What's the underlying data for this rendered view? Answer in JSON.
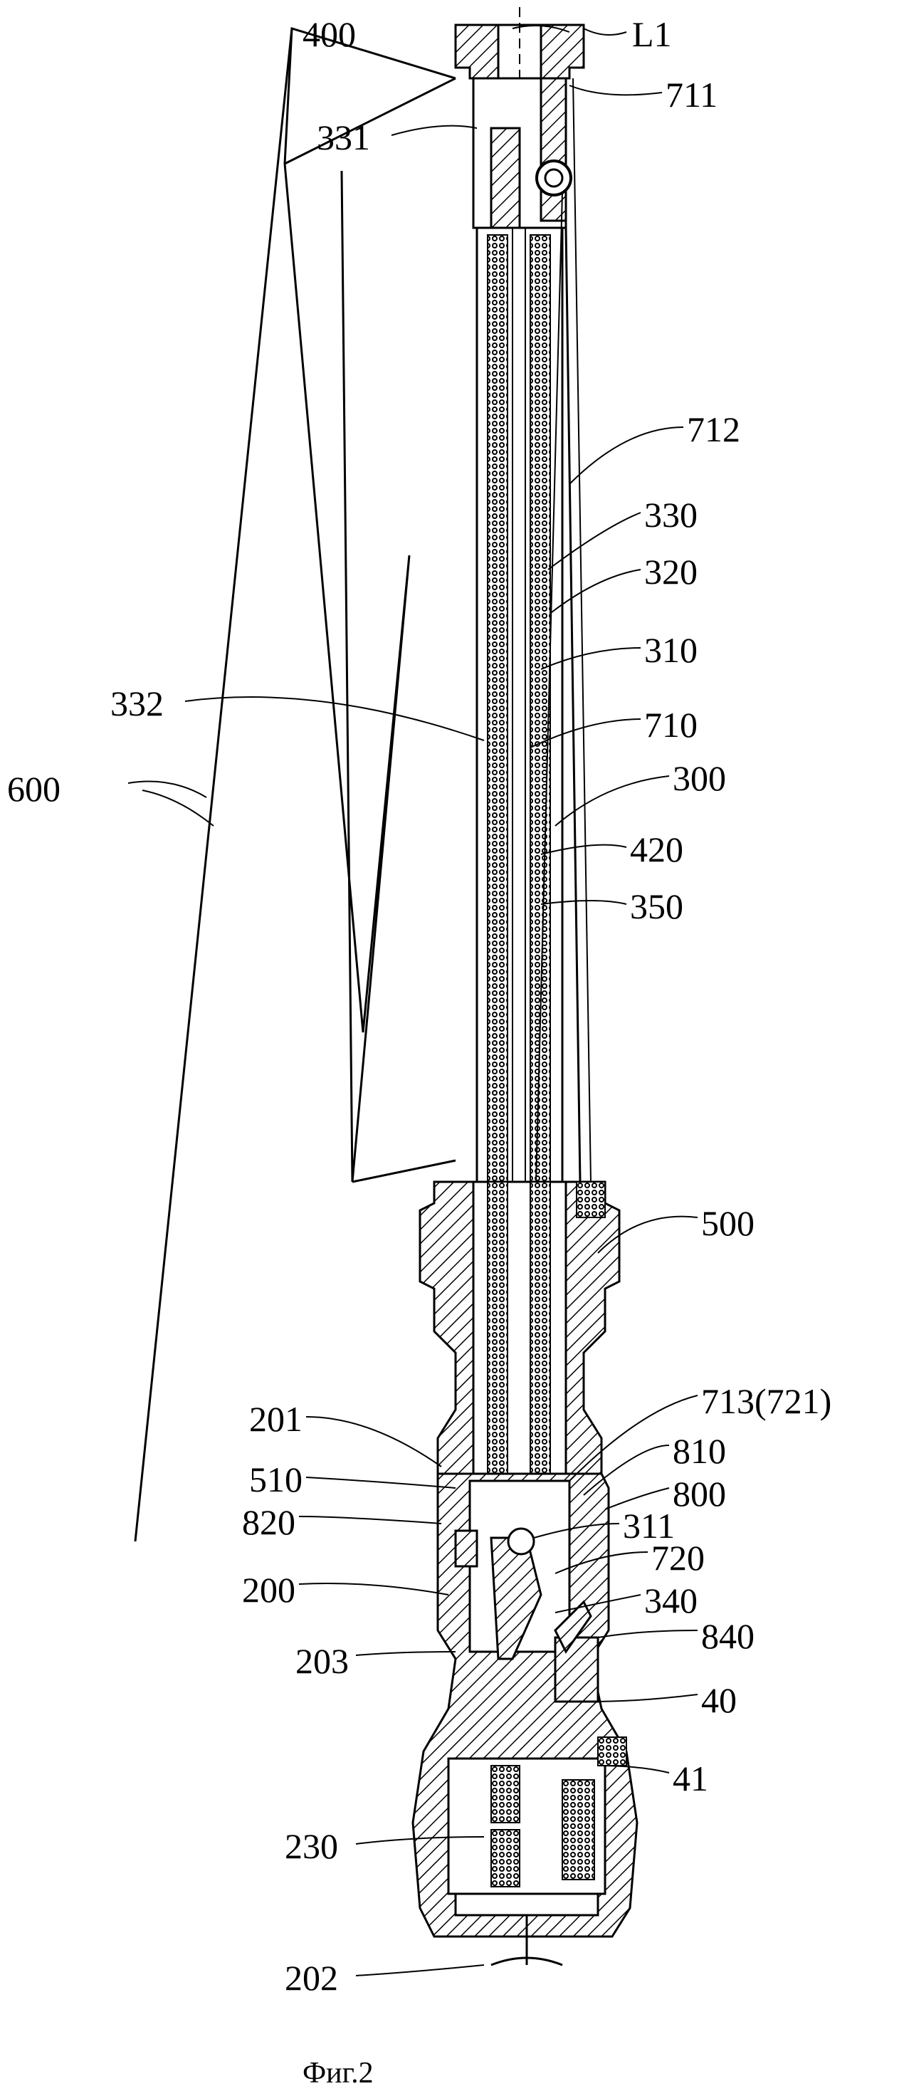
{
  "figure": {
    "caption": "Фиг.2",
    "labels": {
      "l400": "400",
      "lL1": "L1",
      "l711": "711",
      "l331": "331",
      "l712": "712",
      "l330": "330",
      "l320": "320",
      "l310": "310",
      "l332": "332",
      "l710": "710",
      "l600": "600",
      "l300": "300",
      "l420": "420",
      "l350": "350",
      "l500": "500",
      "l713": "713(721)",
      "l201": "201",
      "l810": "810",
      "l510": "510",
      "l800": "800",
      "l820": "820",
      "l311": "311",
      "l720": "720",
      "l200": "200",
      "l340": "340",
      "l203": "203",
      "l840": "840",
      "l40": "40",
      "l41": "41",
      "l230": "230",
      "l202": "202"
    }
  }
}
